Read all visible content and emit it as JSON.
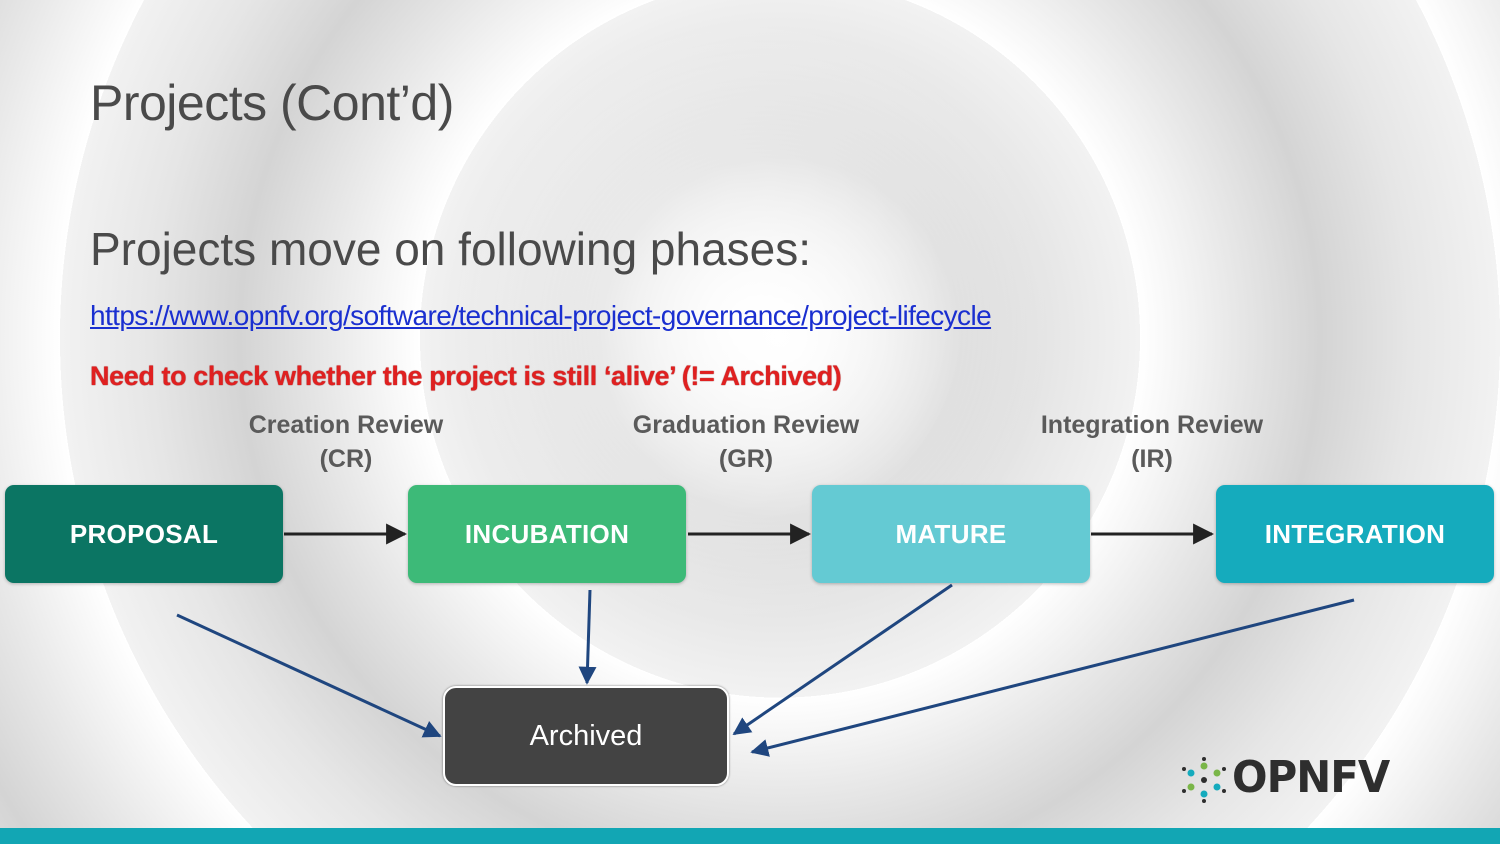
{
  "slide": {
    "title": "Projects (Cont’d)",
    "subtitle": "Projects move on following phases:",
    "link": "https://www.opnfv.org/software/technical-project-governance/project-lifecycle",
    "note": "Need to check whether the project is still ‘alive’ (!= Archived)"
  },
  "reviews": [
    {
      "line1": "Creation Review",
      "line2": "(CR)"
    },
    {
      "line1": "Graduation Review",
      "line2": "(GR)"
    },
    {
      "line1": "Integration Review",
      "line2": "(IR)"
    }
  ],
  "phases": [
    {
      "label": "PROPOSAL",
      "color": "#0b7563"
    },
    {
      "label": "INCUBATION",
      "color": "#3dba78"
    },
    {
      "label": "MATURE",
      "color": "#64cad3"
    },
    {
      "label": "INTEGRATION",
      "color": "#15abbd"
    }
  ],
  "archived": {
    "label": "Archived",
    "color": "#434343"
  },
  "logo": {
    "text": "OPNFV"
  },
  "colors": {
    "arrow_dark": "#222222",
    "arrow_blue": "#1f467f",
    "footer_bar": "#12a6b4"
  }
}
